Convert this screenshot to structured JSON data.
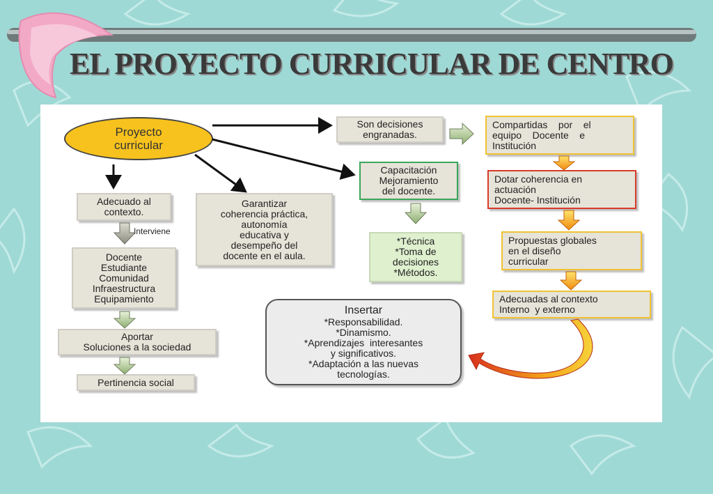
{
  "title": "EL PROYECTO CURRICULAR DE CENTRO",
  "nodes": {
    "proyecto": [
      "Proyecto",
      "curricular"
    ],
    "adecuado": [
      "Adecuado al",
      "contexto."
    ],
    "intervieneLabel": "Interviene",
    "actores": [
      "Docente",
      "Estudiante",
      "Comunidad",
      "Infraestructura",
      "Equipamiento"
    ],
    "aportar": [
      "Aportar",
      "Soluciones a la sociedad"
    ],
    "pertinencia": [
      "Pertinencia social"
    ],
    "garantizar": [
      "Garantizar",
      "coherencia práctica,",
      "autonomía",
      "educativa y",
      "desempeño del",
      "docente en el aula."
    ],
    "decisiones": [
      "Son decisiones",
      "engranadas."
    ],
    "capacitacion": [
      "Capacitación",
      "Mejoramiento",
      "del docente."
    ],
    "tecnica": [
      "*Técnica",
      "*Toma de",
      "decisiones",
      "*Métodos."
    ],
    "compartidas": [
      "Compartidas    por    el",
      "equipo    Docente    e",
      "Institución"
    ],
    "dotar": [
      "Dotar coherencia en",
      "actuación",
      "Docente- Institución"
    ],
    "propuestas": [
      "Propuestas globales",
      "en el diseño",
      "curricular"
    ],
    "adecuadas": [
      "Adecuadas al contexto",
      "Interno  y externo"
    ],
    "insertar": [
      "Insertar",
      "*Responsabilidad.",
      "*Dinamismo.",
      "*Aprendizajes  interesantes",
      "y significativos.",
      "*Adaptación a las nuevas",
      "tecnologías."
    ]
  }
}
